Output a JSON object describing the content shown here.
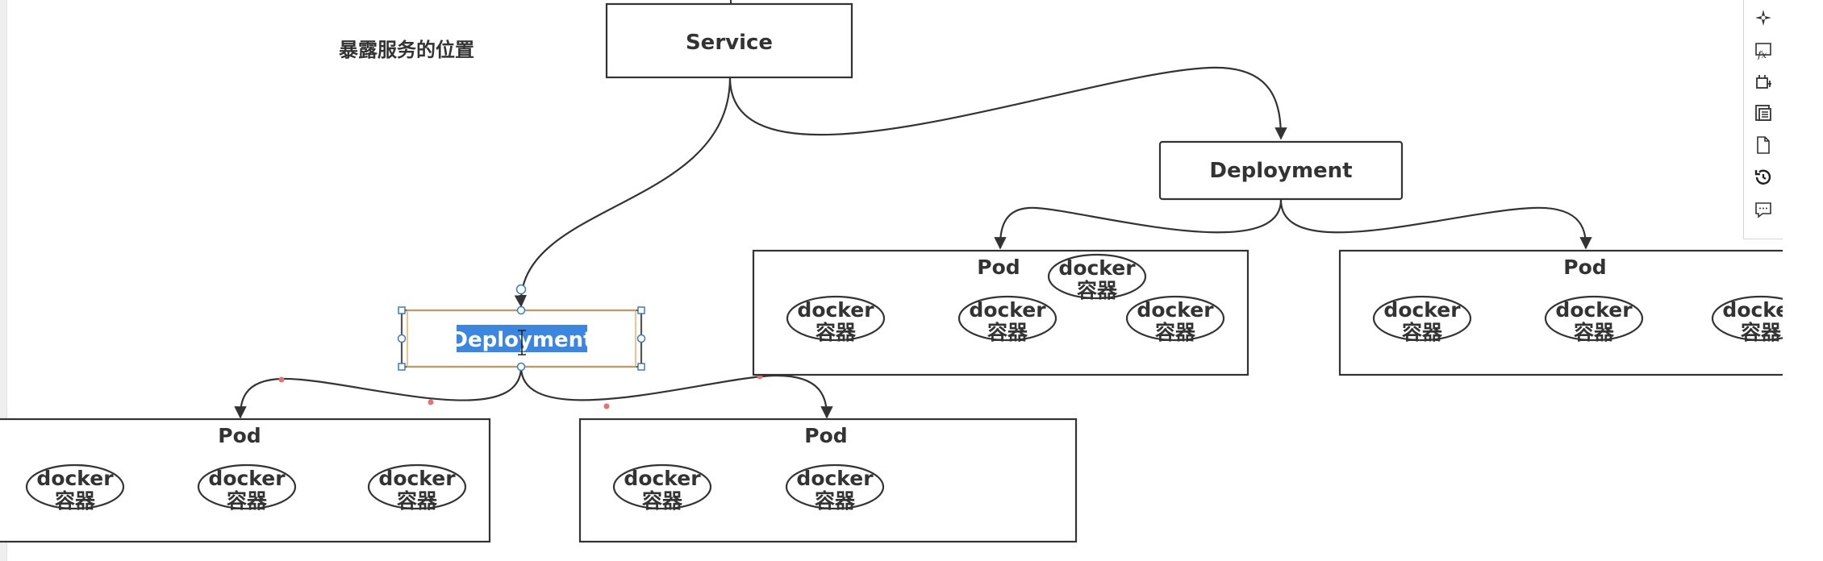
{
  "note": "暴露服务的位置",
  "service": {
    "label": "Service"
  },
  "deployment_left": {
    "label": "Deployment"
  },
  "deployment_right": {
    "label": "Deployment"
  },
  "pod_label": "Pod",
  "container_label_top": "docker",
  "container_label_bottom": "容器",
  "toolbar": {
    "items": [
      "navigation-icon",
      "formula-icon",
      "crop-icon",
      "pages-icon",
      "document-icon",
      "history-icon",
      "comment-icon"
    ]
  },
  "colors": {
    "stroke": "#333333",
    "selection": "#3a86e0",
    "handle": "#3a7bc8"
  }
}
